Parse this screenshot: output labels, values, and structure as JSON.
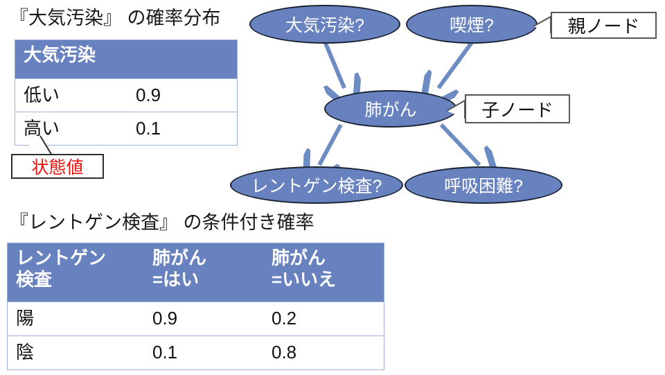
{
  "page": {
    "background_color": "#ffffff",
    "accent_blue": "#6881bf",
    "table_border_color": "#9db0d6",
    "node_border_color": "#1b2433",
    "callout_red": "#e8130f",
    "arrow_color": "#6d8cc4"
  },
  "air_pollution_section": {
    "title": "『大気汚染』 の確率分布",
    "table": {
      "headers": [
        "大気汚染",
        ""
      ],
      "rows": [
        [
          "低い",
          "0.9"
        ],
        [
          "高い",
          "0.1"
        ]
      ]
    },
    "callout": {
      "label": "状態値",
      "color": "#e8130f"
    }
  },
  "xray_section": {
    "title": "『レントゲン検査』 の条件付き確率",
    "table": {
      "headers": [
        "レントゲン\n検査",
        "肺がん\n=はい",
        "肺がん\n=いいえ"
      ],
      "headers_lines": [
        [
          "レントゲン",
          "検査"
        ],
        [
          "肺がん",
          "=はい"
        ],
        [
          "肺がん",
          "=いいえ"
        ]
      ],
      "rows": [
        [
          "陽",
          "0.9",
          "0.2"
        ],
        [
          "陰",
          "0.1",
          "0.8"
        ]
      ]
    }
  },
  "graph": {
    "nodes": [
      {
        "id": "pollution",
        "label": "大気汚染?"
      },
      {
        "id": "smoking",
        "label": "喫煙?"
      },
      {
        "id": "cancer",
        "label": "肺がん"
      },
      {
        "id": "xray",
        "label": "レントゲン検査?"
      },
      {
        "id": "dyspnea",
        "label": "呼吸困難?"
      }
    ],
    "edges": [
      {
        "from": "pollution",
        "to": "cancer"
      },
      {
        "from": "smoking",
        "to": "cancer"
      },
      {
        "from": "cancer",
        "to": "xray"
      },
      {
        "from": "cancer",
        "to": "dyspnea"
      }
    ],
    "annotations": [
      {
        "id": "parent-node",
        "label": "親ノード",
        "points_to": "smoking"
      },
      {
        "id": "child-node",
        "label": "子ノード",
        "points_to": "cancer"
      }
    ]
  }
}
